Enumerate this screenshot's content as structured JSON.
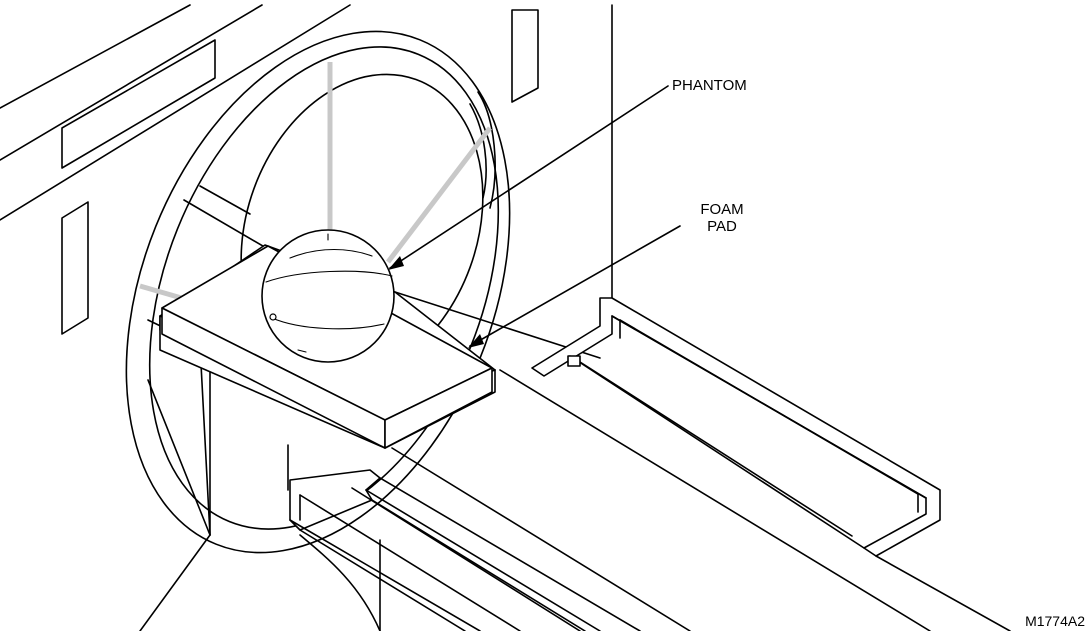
{
  "labels": {
    "phantom": "PHANTOM",
    "foam_pad_line1": "FOAM",
    "foam_pad_line2": "PAD"
  },
  "figure_code": "M1774A2",
  "colors": {
    "line": "#000000",
    "support_rods": "#c8c8c8",
    "background": "#ffffff"
  }
}
